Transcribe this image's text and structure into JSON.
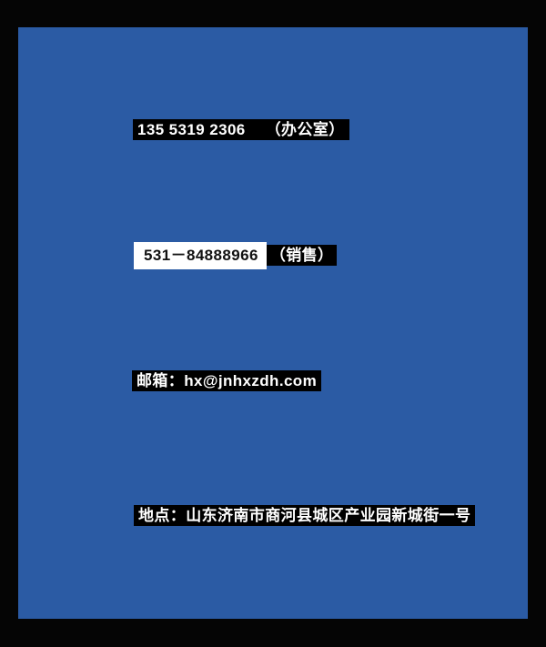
{
  "page": {
    "type": "contact-info-panel",
    "colors": {
      "frame": "#000000",
      "background": "#2B5BA4",
      "highlight": "#000000",
      "text": "#FFFFFF",
      "sales_box_bg": "#FFFFFF",
      "sales_box_text": "#111111"
    }
  },
  "contact": {
    "office_phone": {
      "number": "135 5319 2306",
      "label": "（办公室）"
    },
    "sales_phone": {
      "number": "531－84888966",
      "label": "（销售）"
    },
    "email": {
      "label": "邮箱：",
      "value": "hx@jnhxzdh.com"
    },
    "address": {
      "label": "地点：",
      "value": "山东济南市商河县城区产业园新城街一号"
    }
  }
}
